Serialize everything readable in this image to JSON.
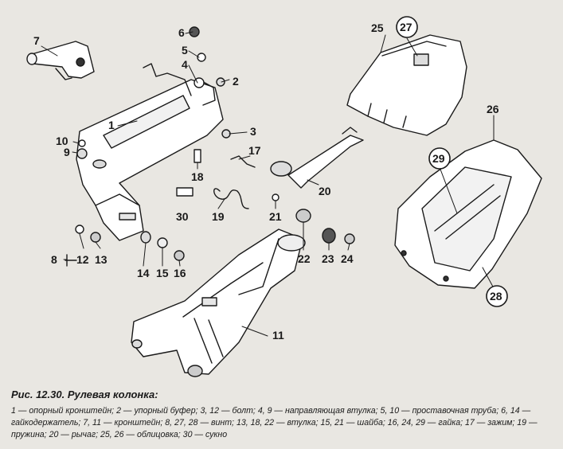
{
  "figure": {
    "title": "Рис. 12.30. Рулевая колонка:",
    "legend": "1 — опорный кронштейн; 2 — упорный буфер; 3, 12 — болт; 4, 9 — направляющая втулка; 5, 10 — проставочная труба; 6, 14 — гайкодержатель; 7, 11 — кронштейн; 8, 27, 28 — винт; 13, 18, 22 — втулка; 15, 21 — шайба; 16, 24, 29 — гайка; 17 — зажим; 19 — пружина; 20 — рычаг; 25, 26 — облицовка; 30 — сукно"
  },
  "callouts": {
    "n1": "1",
    "n2": "2",
    "n3": "3",
    "n4": "4",
    "n5": "5",
    "n6": "6",
    "n7": "7",
    "n8": "8",
    "n9": "9",
    "n10": "10",
    "n11": "11",
    "n12": "12",
    "n13": "13",
    "n14": "14",
    "n15": "15",
    "n16": "16",
    "n17": "17",
    "n18": "18",
    "n19": "19",
    "n20": "20",
    "n21": "21",
    "n22": "22",
    "n23": "23",
    "n24": "24",
    "n25": "25",
    "n26": "26",
    "n27": "27",
    "n28": "28",
    "n29": "29",
    "n30": "30"
  }
}
